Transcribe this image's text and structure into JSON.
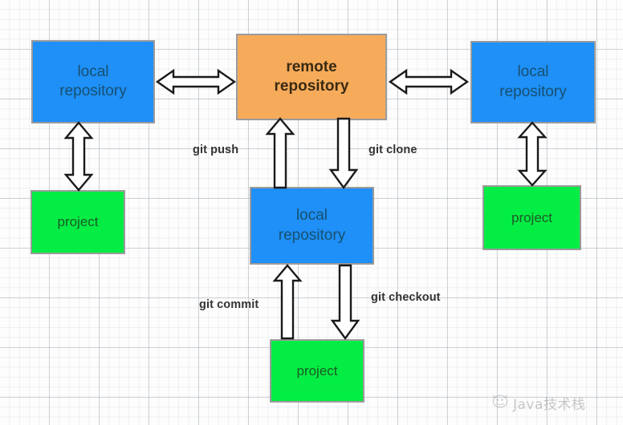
{
  "diagram": {
    "title": "git workflow diagram",
    "background": "#fdfdfd",
    "grid": "graph-paper",
    "colors": {
      "local_repository_fill": "#1e90f7",
      "local_repository_text": "#18506f",
      "remote_repository_fill": "#f6ab5a",
      "remote_repository_text": "#3a2a12",
      "project_fill": "#04ed44",
      "project_text": "#1d5a26",
      "node_border": "#9b9b9b",
      "arrow_stroke": "#1a1a1a",
      "arrow_fill": "#ffffff",
      "label_text": "#333333"
    },
    "nodes": [
      {
        "id": "local-left",
        "label": "local\nrepository",
        "type": "local-repository"
      },
      {
        "id": "remote",
        "label": "remote\nrepository",
        "type": "remote-repository"
      },
      {
        "id": "local-right",
        "label": "local\nrepository",
        "type": "local-repository"
      },
      {
        "id": "local-center",
        "label": "local\nrepository",
        "type": "local-repository"
      },
      {
        "id": "project-left",
        "label": "project",
        "type": "project"
      },
      {
        "id": "project-right",
        "label": "project",
        "type": "project"
      },
      {
        "id": "project-bottom",
        "label": "project",
        "type": "project"
      }
    ],
    "edges": [
      {
        "id": "left-to-remote",
        "label": "",
        "direction": "bidirectional",
        "orientation": "horizontal"
      },
      {
        "id": "remote-to-right",
        "label": "",
        "direction": "bidirectional",
        "orientation": "horizontal"
      },
      {
        "id": "local-left-to-project",
        "label": "",
        "direction": "bidirectional",
        "orientation": "vertical"
      },
      {
        "id": "local-right-to-project",
        "label": "",
        "direction": "bidirectional",
        "orientation": "vertical"
      },
      {
        "id": "git-push",
        "label": "git push",
        "direction": "up",
        "orientation": "vertical"
      },
      {
        "id": "git-clone",
        "label": "git clone",
        "direction": "down",
        "orientation": "vertical"
      },
      {
        "id": "git-commit",
        "label": "git commit",
        "direction": "up",
        "orientation": "vertical"
      },
      {
        "id": "git-checkout",
        "label": "git checkout",
        "direction": "down",
        "orientation": "vertical"
      }
    ]
  },
  "watermark": {
    "text": "Java技术栈",
    "icon": "wechat-account-avatar"
  }
}
